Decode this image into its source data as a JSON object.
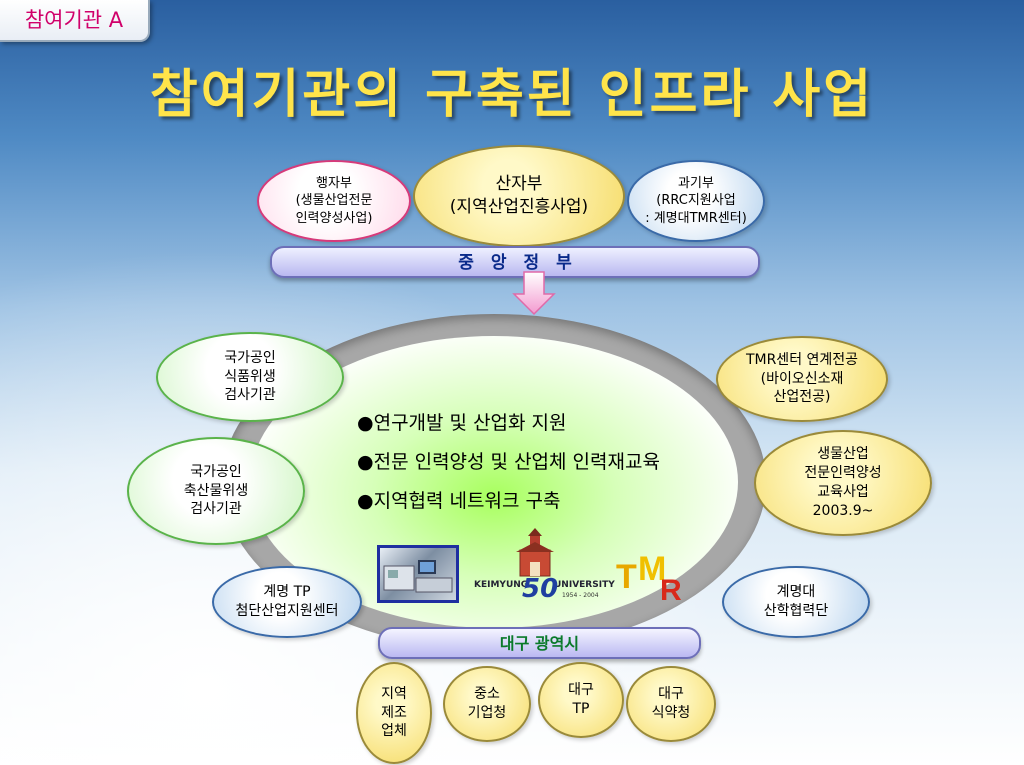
{
  "corner_tab": "참여기관 A",
  "title": "참여기관의 구축된 인프라 사업",
  "ministries": {
    "left": "행자부\n(생물산업전문\n인력양성사업)",
    "center": "산자부\n(지역산업진흥사업)",
    "right": "과기부\n(RRC지원사업\n: 계명대TMR센터)"
  },
  "central_gov_bar": "중　앙　정　부",
  "center_items": [
    "연구개발 및 산업화 지원",
    "전문 인력양성 및 산업체 인력재교육",
    "지역협력 네트워크 구축"
  ],
  "left_nodes": {
    "food": "국가공인\n식품위생\n검사기관",
    "livestock": "국가공인\n축산물위생\n검사기관",
    "tp": "계명 TP\n첨단산업지원센터"
  },
  "right_nodes": {
    "tmr": "TMR센터 연계전공\n(바이오신소재\n산업전공)",
    "bio": "생물산업\n전문인력양성\n교육사업\n2003.9~",
    "kmu": "계명대\n산학협력단"
  },
  "daegu_bar": "대구 광역시",
  "bottom_nodes": [
    "지역\n제조\n업체",
    "중소\n기업청",
    "대구\nTP",
    "대구\n식약청"
  ],
  "logos": {
    "university_name_left": "KEIMYUNG",
    "university_name_right": "UNIVERSITY",
    "anniversary": "50",
    "years": "1954 - 2004",
    "tmr_t": "T",
    "tmr_m": "M",
    "tmr_r": "R"
  },
  "colors": {
    "title": "#ffe44a",
    "tab_text": "#d0006a",
    "bar_text_dark": "#0a2a8a",
    "bar_text_green": "#0a7a2a"
  }
}
